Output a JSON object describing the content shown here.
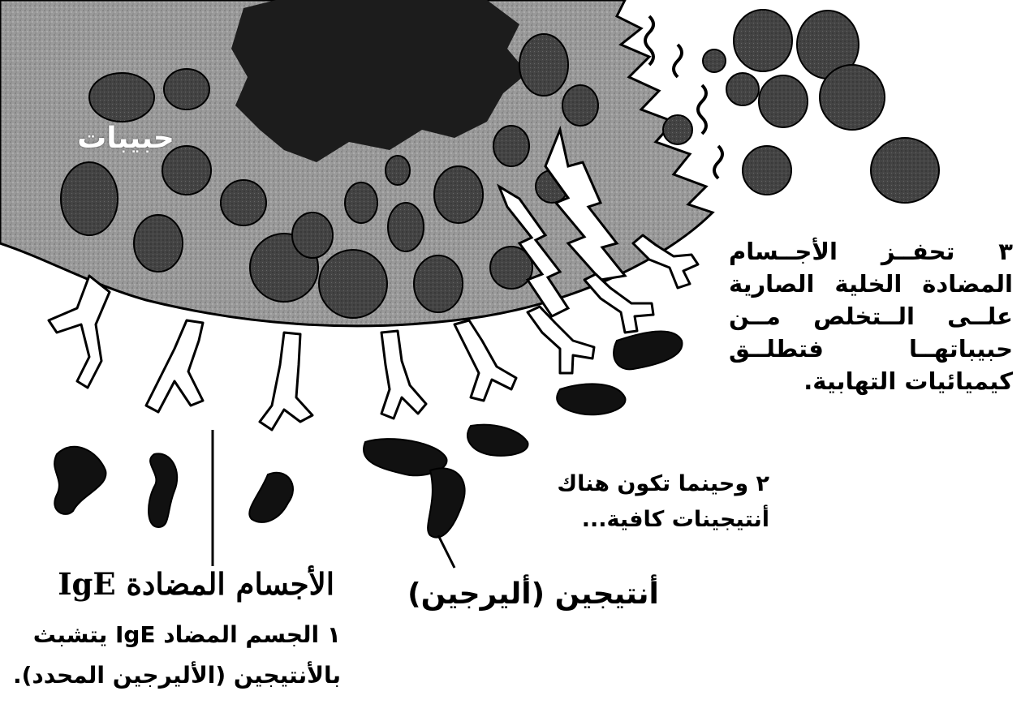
{
  "colors": {
    "cell_fill": "#9a9a9a",
    "granule_fill": "#454545",
    "dark_core": "#1c1c1c",
    "antigen_fill": "#111111",
    "outline": "#000000",
    "background": "#ffffff"
  },
  "labels": {
    "granules": "حبيبات",
    "step3_lines": [
      "٣ تحفــز الأجــسام",
      "المضادة الخلية الصارية",
      "علــى الــتخلص مــن",
      "حبيباتهــا فتطلــق",
      "كيميائيات التهابية."
    ],
    "step2_lines": [
      "٢ وحينما تكون هناك",
      "أنتيجينات كافية..."
    ],
    "antigen": "أنتيجين (أليرجين)",
    "ige_antibodies": "الأجسام المضادة IgE",
    "step1_lines": [
      "١ الجسم المضاد IgE يتشبث",
      "بالأنتيجين (الأليرجين المحدد)."
    ]
  }
}
